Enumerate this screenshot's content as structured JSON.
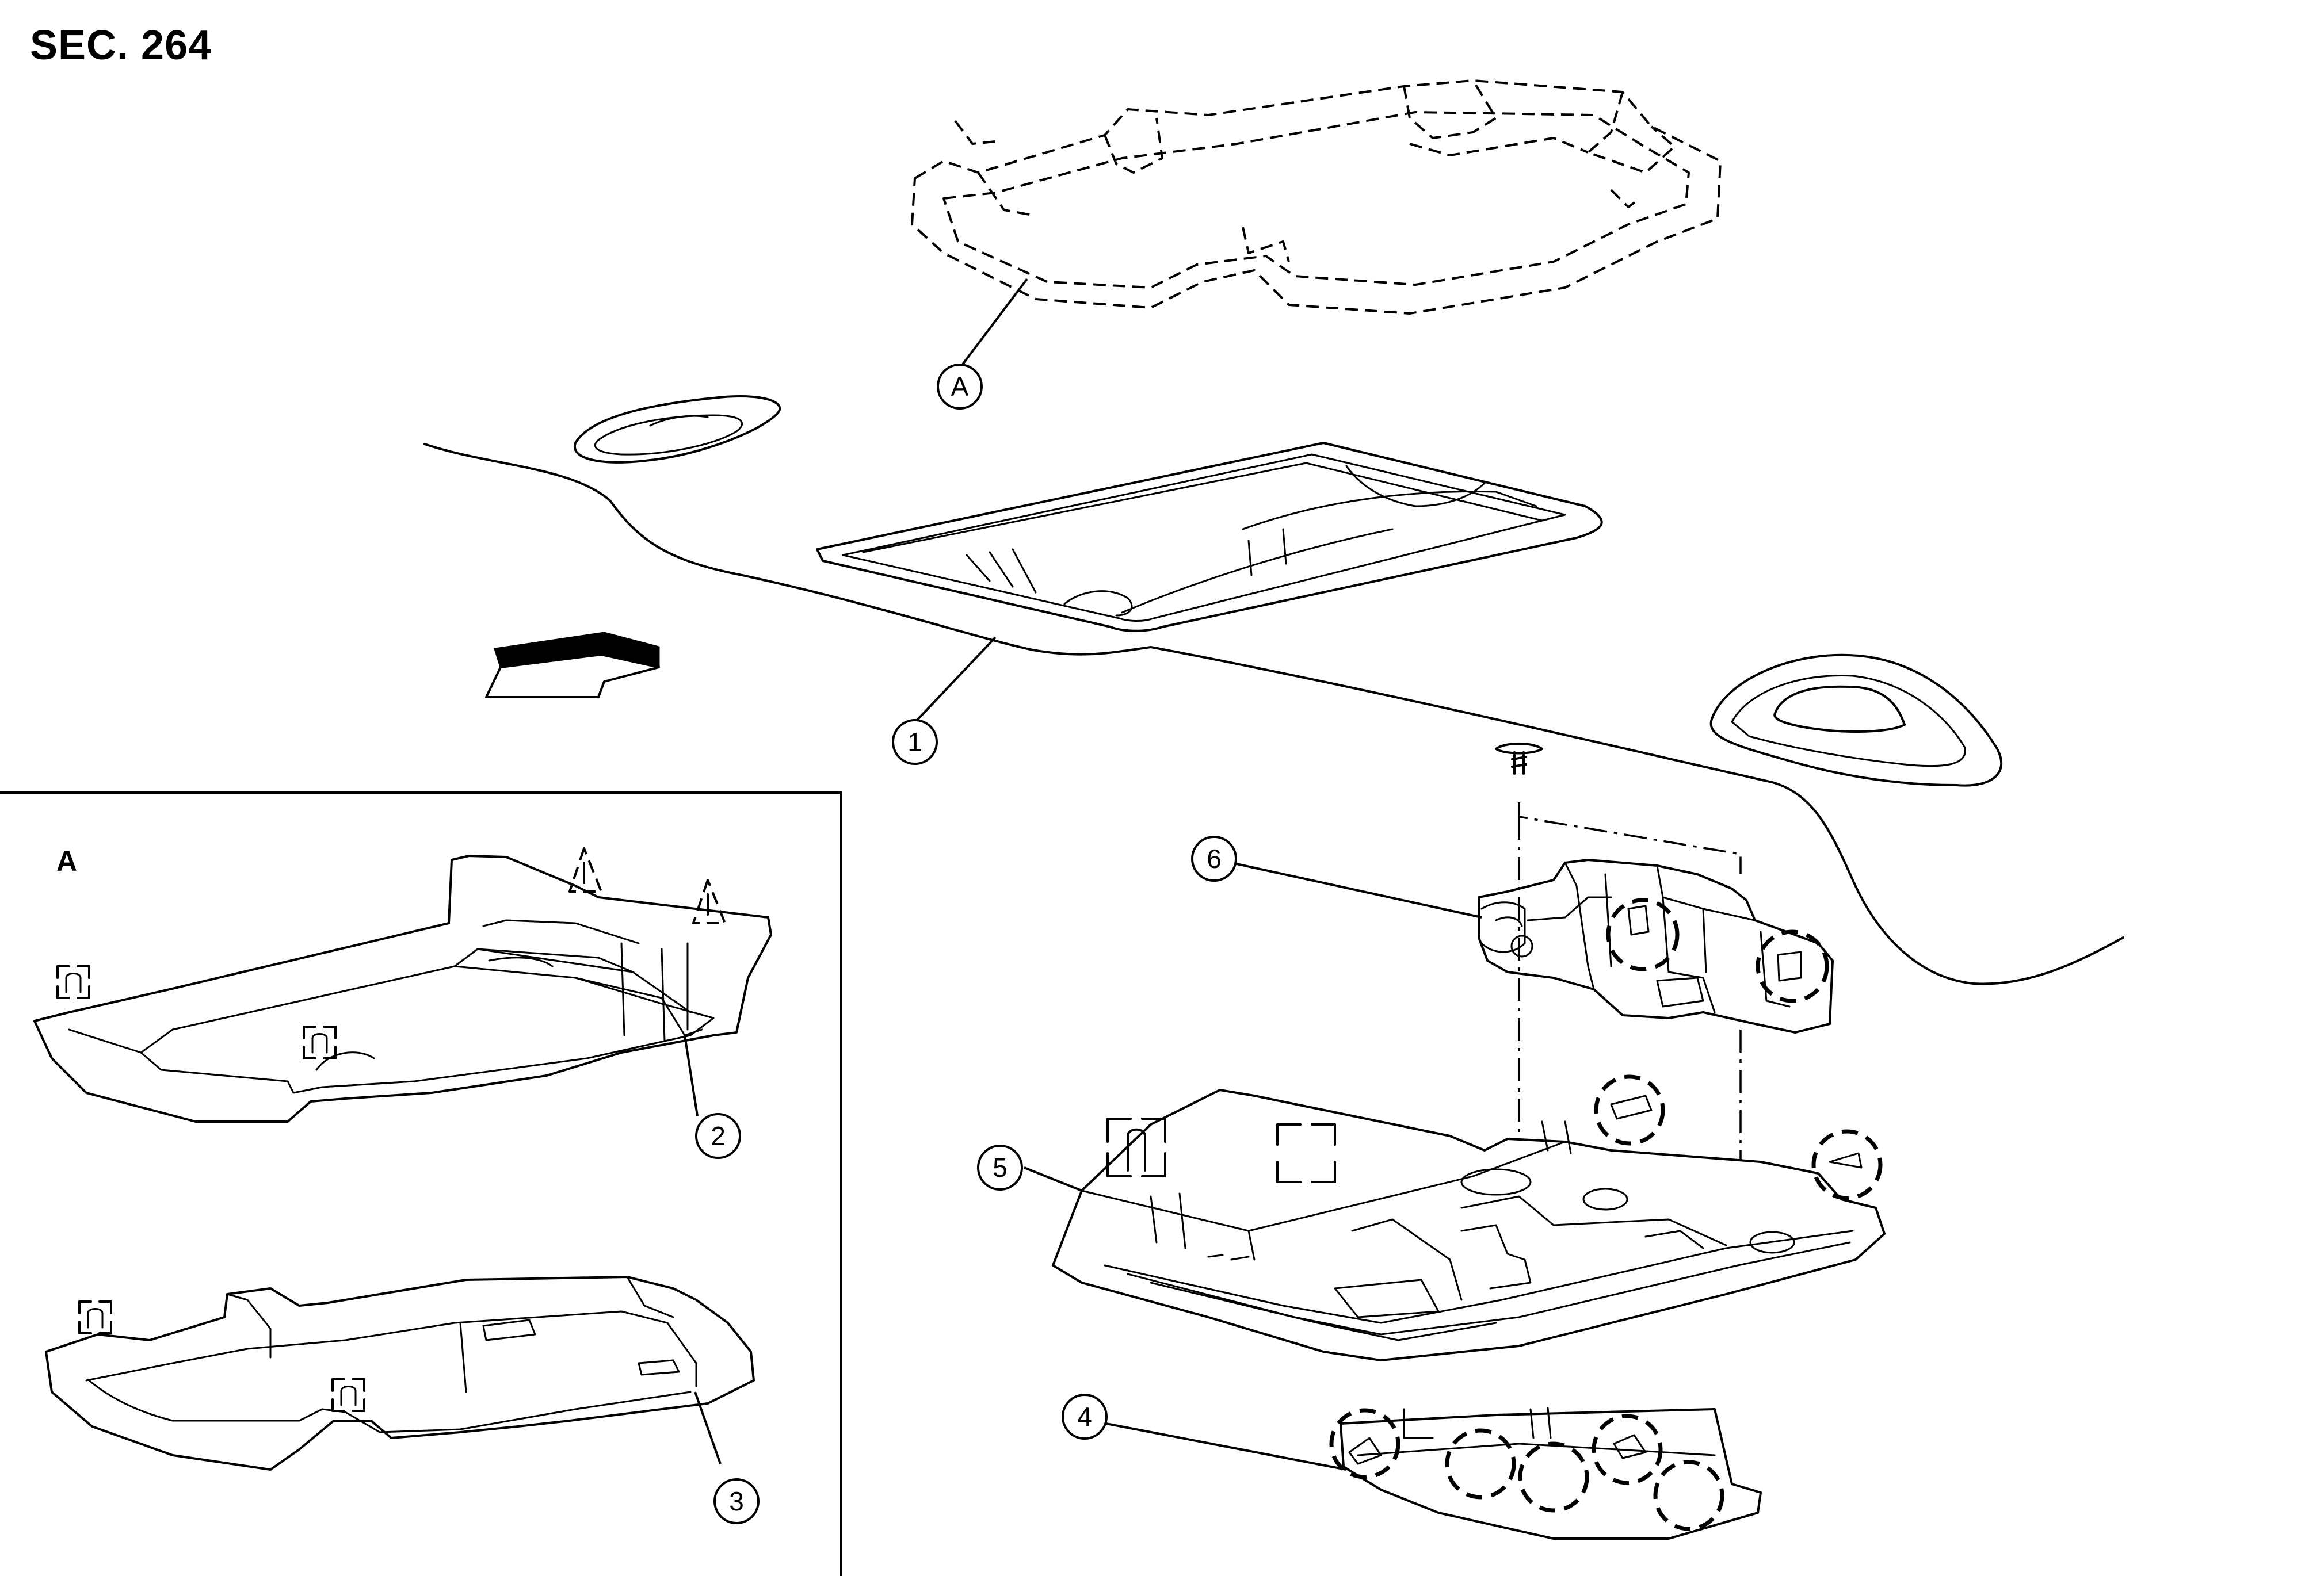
{
  "section_title": "SEC. 264",
  "view_label": "A",
  "callouts": [
    {
      "id": "A",
      "label": "A"
    },
    {
      "id": "1",
      "label": "1"
    },
    {
      "id": "2",
      "label": "2"
    },
    {
      "id": "3",
      "label": "3"
    },
    {
      "id": "4",
      "label": "4"
    },
    {
      "id": "5",
      "label": "5"
    },
    {
      "id": "6",
      "label": "6"
    }
  ],
  "icons": {
    "front_arrow": "vehicle-front-arrow-icon",
    "metal_clip": "metal-clip-icon",
    "pawl": "pawl-icon",
    "screw": "screw-icon"
  }
}
